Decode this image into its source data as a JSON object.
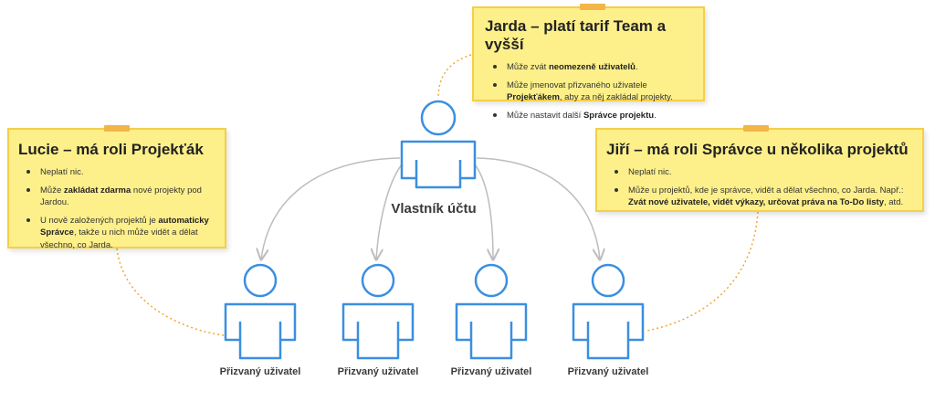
{
  "colors": {
    "person_stroke": "#3b8fe0",
    "note_fill": "#fdf08a",
    "note_border": "#f4cf4a",
    "tape": "#f2b548",
    "connector_gray": "#bdbdbd",
    "dotted_orange": "#f0a832"
  },
  "owner": {
    "label": "Vlastník účtu"
  },
  "invited_users": [
    {
      "label": "Přizvaný uživatel"
    },
    {
      "label": "Přizvaný uživatel"
    },
    {
      "label": "Přizvaný uživatel"
    },
    {
      "label": "Přizvaný uživatel"
    }
  ],
  "notes": {
    "jarda": {
      "title": "Jarda – platí tarif Team a vyšší",
      "items": [
        [
          {
            "t": "Může zvát "
          },
          {
            "t": "neomezeně uživatelů",
            "b": true
          },
          {
            "t": "."
          }
        ],
        [
          {
            "t": "Může jmenovat přizvaného uživatele "
          },
          {
            "t": "Projekťákem",
            "b": true
          },
          {
            "t": ", aby za něj zakládal projekty."
          }
        ],
        [
          {
            "t": "Může nastavit další "
          },
          {
            "t": "Správce projektu",
            "b": true
          },
          {
            "t": "."
          }
        ]
      ]
    },
    "lucie": {
      "title": "Lucie – má roli Projekťák",
      "items": [
        [
          {
            "t": "Neplatí nic."
          }
        ],
        [
          {
            "t": "Může "
          },
          {
            "t": "zakládat zdarma",
            "b": true
          },
          {
            "t": " nové projekty pod Jardou."
          }
        ],
        [
          {
            "t": "U nově založených projektů je "
          },
          {
            "t": "automaticky Správce",
            "b": true
          },
          {
            "t": ", takže u nich může vidět a dělat všechno, co Jarda."
          }
        ]
      ]
    },
    "jiri": {
      "title": "Jiří – má roli Správce u několika projektů",
      "items": [
        [
          {
            "t": "Neplatí nic."
          }
        ],
        [
          {
            "t": "Může u projektů, kde je správce, vidět a dělat všechno, co Jarda. Např.: "
          },
          {
            "t": "Zvát nové uživatele, vidět výkazy, určovat práva na To-Do listy",
            "b": true
          },
          {
            "t": ", atd."
          }
        ]
      ]
    }
  }
}
